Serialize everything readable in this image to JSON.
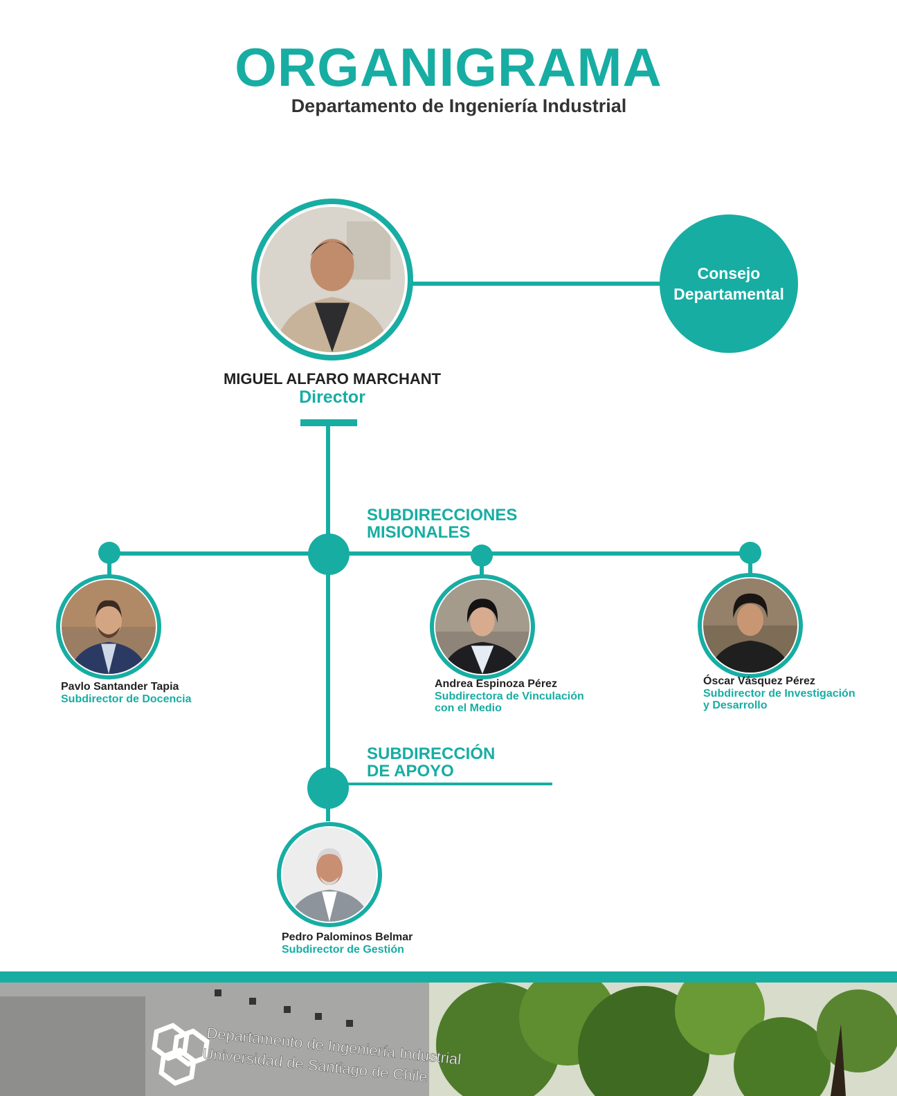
{
  "header": {
    "title": "ORGANIGRAMA",
    "subtitle": "Departamento de Ingeniería Industrial"
  },
  "director": {
    "name": "MIGUEL ALFARO MARCHANT",
    "role": "Director"
  },
  "council": {
    "line1": "Consejo",
    "line2": "Departamental"
  },
  "sections": {
    "misionales": {
      "line1": "SUBDIRECCIONES",
      "line2": "MISIONALES"
    },
    "apoyo": {
      "line1": "SUBDIRECCIÓN",
      "line2": "DE APOYO"
    }
  },
  "people": [
    {
      "name": "Pavlo Santander Tapia",
      "role_line1": "Subdirector de Docencia",
      "role_line2": ""
    },
    {
      "name": "Andrea Espinoza Pérez",
      "role_line1": "Subdirectora de Vinculación",
      "role_line2": "con el Medio"
    },
    {
      "name": "Óscar Vásquez Pérez",
      "role_line1": "Subdirector de Investigación",
      "role_line2": "y Desarrollo"
    },
    {
      "name": "Pedro Palominos Belmar",
      "role_line1": "Subdirector de Gestión",
      "role_line2": ""
    }
  ],
  "footer": {
    "sign_line1": "Departamento de Ingeniería Industrial",
    "sign_line2": "Universidad de Santiago de Chile"
  },
  "colors": {
    "accent": "#17ada3",
    "text_dark": "#222222"
  }
}
